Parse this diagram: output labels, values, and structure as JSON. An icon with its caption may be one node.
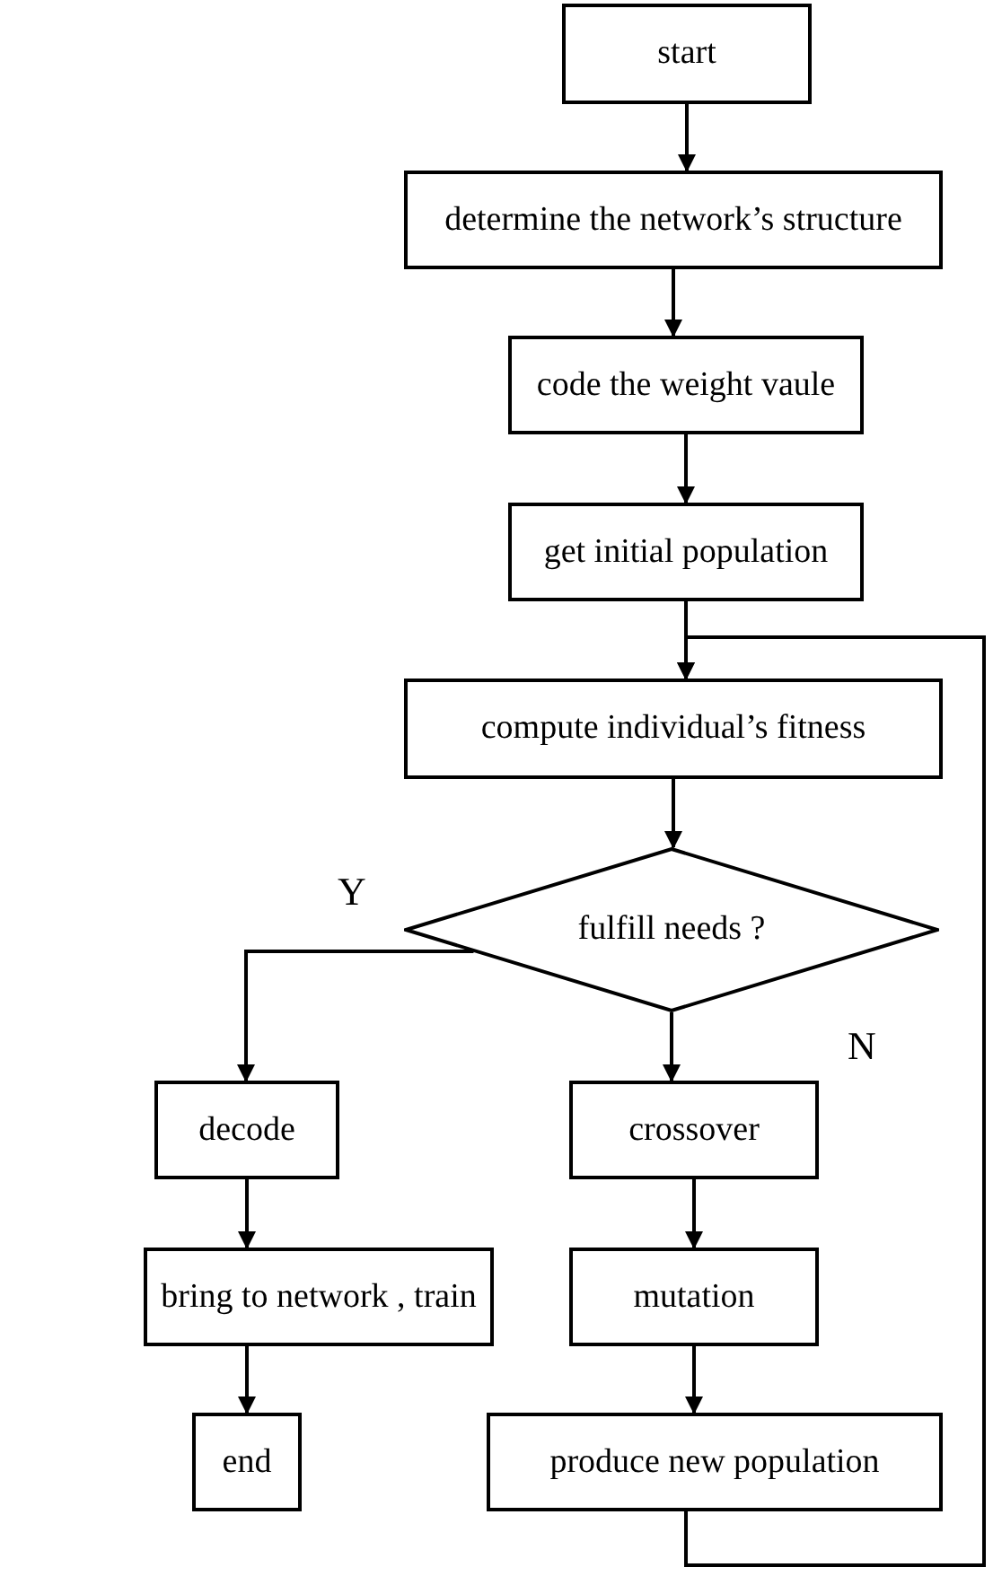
{
  "diagram": {
    "nodes": [
      {
        "text": [
          "start"
        ]
      },
      {
        "text": [
          "determine the network’s structure"
        ]
      },
      {
        "text": [
          "code the weight vaule"
        ]
      },
      {
        "text": [
          "get initial population"
        ]
      },
      {
        "text": [
          "compute individual’s fitness"
        ]
      },
      {
        "text": [
          "fulfill needs ?"
        ]
      },
      {
        "text": [
          "decode"
        ]
      },
      {
        "text": [
          "bring to network , train"
        ]
      },
      {
        "text": [
          "end"
        ]
      },
      {
        "text": [
          "crossover"
        ]
      },
      {
        "text": [
          "mutation"
        ]
      },
      {
        "text": [
          "produce new population"
        ]
      }
    ],
    "edges": [
      {
        "from": 0,
        "to": 1,
        "arrow": "to"
      },
      {
        "from": 1,
        "to": 2,
        "arrow": "to"
      },
      {
        "from": 2,
        "to": 3,
        "arrow": "to"
      },
      {
        "from": 3,
        "to": 4,
        "arrow": "to"
      },
      {
        "from": 4,
        "to": 5,
        "arrow": "to"
      },
      {
        "from": 5,
        "to": 6,
        "arrow": "to",
        "label": "Y"
      },
      {
        "from": 5,
        "to": 9,
        "arrow": "to",
        "label": "N"
      },
      {
        "from": 6,
        "to": 7,
        "arrow": "to"
      },
      {
        "from": 7,
        "to": 8,
        "arrow": "to"
      },
      {
        "from": 9,
        "to": 10,
        "arrow": "to"
      },
      {
        "from": 10,
        "to": 11,
        "arrow": "to"
      },
      {
        "from": 11,
        "to": 4,
        "arrow": "to"
      }
    ]
  }
}
